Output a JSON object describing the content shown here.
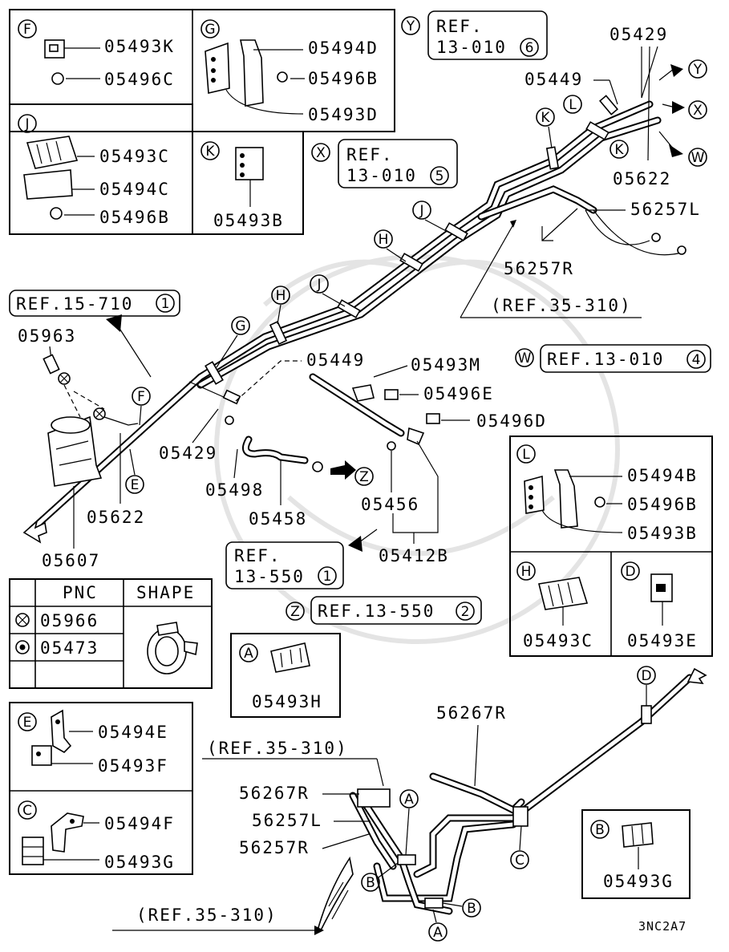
{
  "code": "3NC2A7",
  "part_labels": {
    "p05493K": "05493K",
    "p05496C": "05496C",
    "p05494D": "05494D",
    "p05496B_g": "05496B",
    "p05493D": "05493D",
    "p05493C_j": "05493C",
    "p05494C": "05494C",
    "p05496B_j": "05496B",
    "p05493B_k": "05493B",
    "p05429_top": "05429",
    "p05449_top": "05449",
    "p05622_top": "05622",
    "p56257L_top": "56257L",
    "p56257R_top": "56257R",
    "p05963": "05963",
    "p05449_mid": "05449",
    "p05493M": "05493M",
    "p05496E": "05496E",
    "p05496D": "05496D",
    "p05429_mid": "05429",
    "p05498": "05498",
    "p05458": "05458",
    "p05456": "05456",
    "p05622_mid": "05622",
    "p05412B": "05412B",
    "p05607": "05607",
    "p05494B": "05494B",
    "p05496B_l": "05496B",
    "p05493B_l": "05493B",
    "p05493C_h": "05493C",
    "p05493E": "05493E",
    "p05493H": "05493H",
    "p05494E": "05494E",
    "p05493F": "05493F",
    "p05494F": "05494F",
    "p05493G_c": "05493G",
    "p05493G_b": "05493G",
    "p56267R_a": "56267R",
    "p56267R_b": "56267R",
    "p56257L_bot": "56257L",
    "p56257R_bot": "56257R"
  },
  "refs": {
    "ref_y_1": "REF.",
    "ref_y_2": "13-010",
    "ref_y_n": "6",
    "ref_x_1": "REF.",
    "ref_x_2": "13-010",
    "ref_x_n": "5",
    "ref_15": "REF.15-710",
    "ref_15_n": "1",
    "ref_35_top": "(REF.35-310)",
    "ref_w": "REF.13-010",
    "ref_w_n": "4",
    "ref_550a_1": "REF.",
    "ref_550a_2": "13-550",
    "ref_550a_n": "1",
    "ref_z": "REF.13-550",
    "ref_z_n": "2",
    "ref_35_mid": "(REF.35-310)",
    "ref_35_bot": "(REF.35-310)"
  },
  "letters": {
    "F": "F",
    "G": "G",
    "J": "J",
    "K": "K",
    "L": "L",
    "H": "H",
    "D": "D",
    "A": "A",
    "E": "E",
    "C": "C",
    "B": "B",
    "X": "X",
    "Y": "Y",
    "W": "W",
    "Z": "Z"
  },
  "legend": {
    "col_pnc": "PNC",
    "col_shape": "SHAPE",
    "row1_pnc": "05966",
    "row2_pnc": "05473"
  }
}
